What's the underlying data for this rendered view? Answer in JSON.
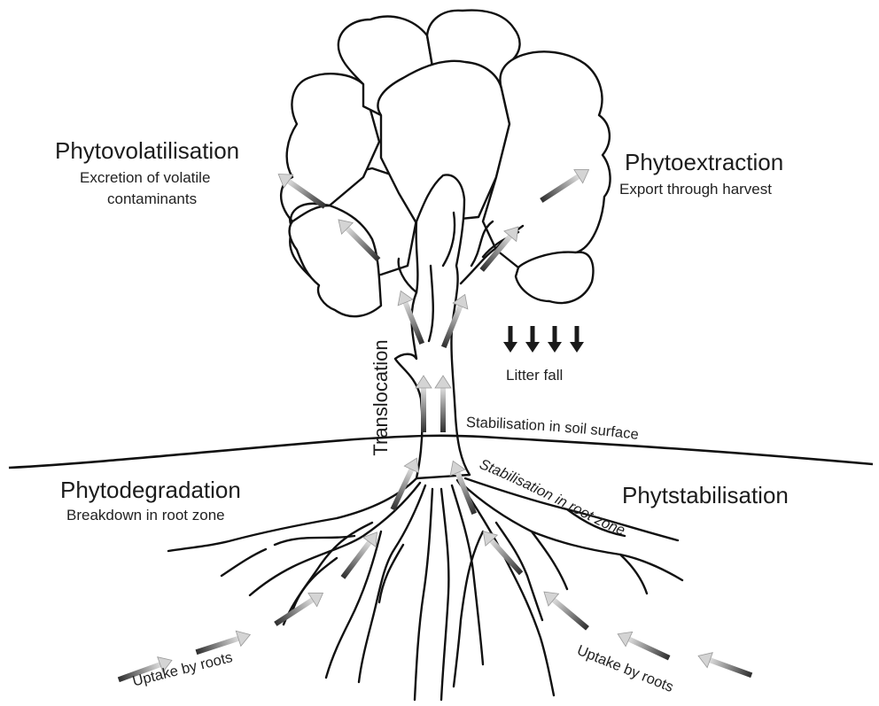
{
  "labels": {
    "phytovolatilisation": "Phytovolatilisation",
    "phytovolatilisation_line1": "Excretion of volatile",
    "phytovolatilisation_line2": "contaminants",
    "phytoextraction": "Phytoextraction",
    "phytoextraction_desc": "Export through harvest",
    "phytodegradation": "Phytodegradation",
    "phytodegradation_desc": "Breakdown in root zone",
    "phytostabilisation": "Phytstabilisation",
    "translocation": "Translocation",
    "litter_fall": "Litter fall",
    "stabilisation_soil_surface": "Stabilisation in soil surface",
    "stabilisation_root_zone": "Stabilisation in root zone",
    "uptake_left": "Uptake by roots",
    "uptake_right": "Uptake by roots"
  },
  "colors": {
    "line": "#111111",
    "arrow_dark": "#3a3a3a",
    "arrow_light": "#d8d8d8"
  },
  "icons": [
    "tree-illustration",
    "gradient-arrow",
    "litter-fall-arrow"
  ]
}
